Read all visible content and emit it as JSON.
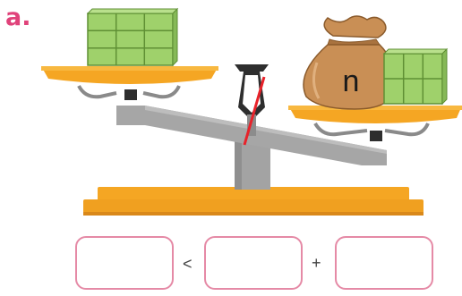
{
  "exercise": {
    "label": "a."
  },
  "bag": {
    "variable": "n"
  },
  "colors": {
    "pan": "#f5a623",
    "pan_edge": "#e8941a",
    "beam": "#a6a6a6",
    "cube": "#9fd16b",
    "cube_edge": "#5f8f34",
    "bag": "#c98f55",
    "needle": "#e8222a",
    "box_border": "#e58aa6",
    "label": "#e0427a"
  },
  "left_pan": {
    "cubes": 9
  },
  "right_pan": {
    "cubes": 6
  },
  "expression": {
    "box_1": "",
    "operator_1": "<",
    "box_2": "",
    "operator_2": "+",
    "box_3": ""
  }
}
